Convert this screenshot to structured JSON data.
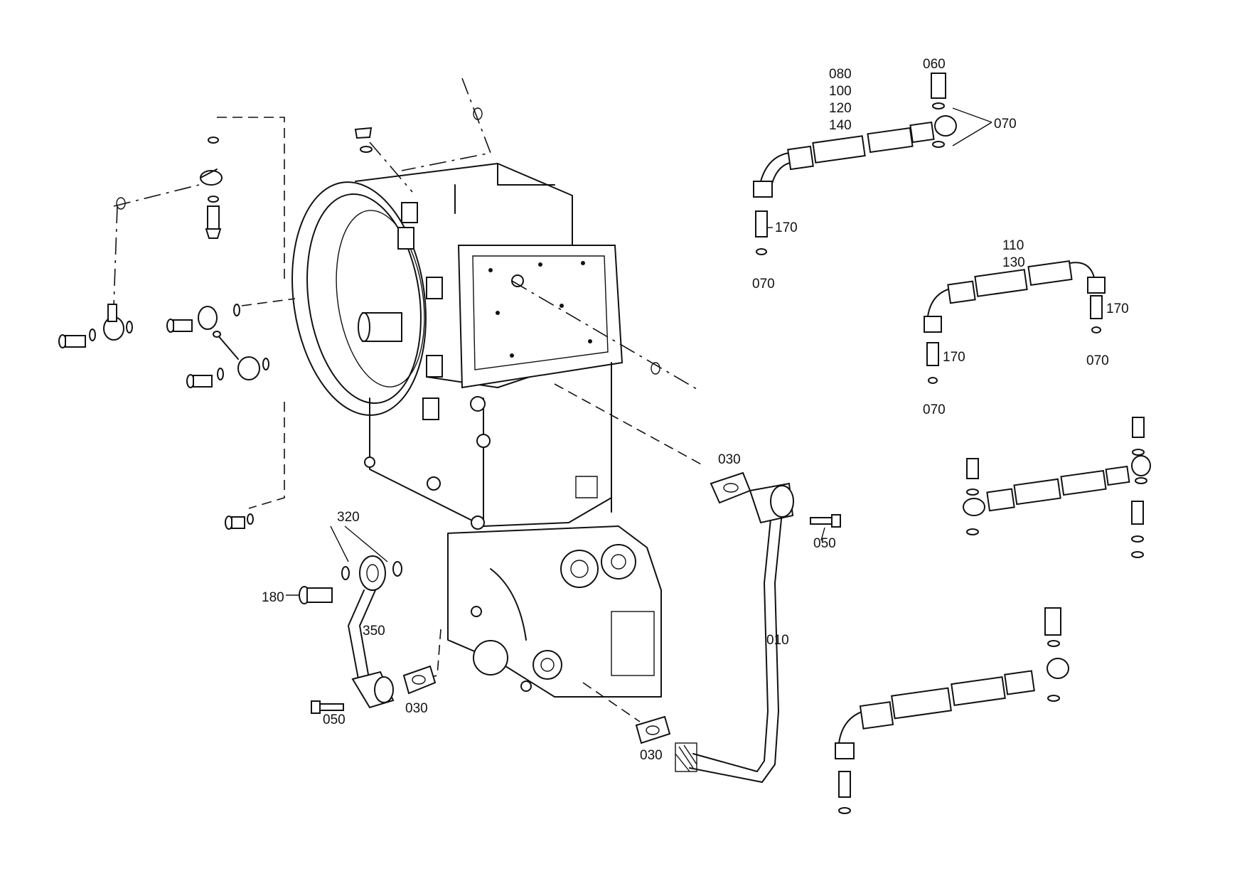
{
  "callouts": {
    "c080": "080",
    "c100": "100",
    "c120": "120",
    "c140": "140",
    "c060": "060",
    "c070_top": "070",
    "c170_a": "170",
    "c070_a": "070",
    "c110": "110",
    "c130": "130",
    "c170_b": "170",
    "c170_c": "170",
    "c070_b": "070",
    "c070_c": "070",
    "c030_a": "030",
    "c050_a": "050",
    "c320": "320",
    "c180": "180",
    "c350": "350",
    "c010": "010",
    "c030_b": "030",
    "c050_b": "050",
    "c030_c": "030"
  }
}
